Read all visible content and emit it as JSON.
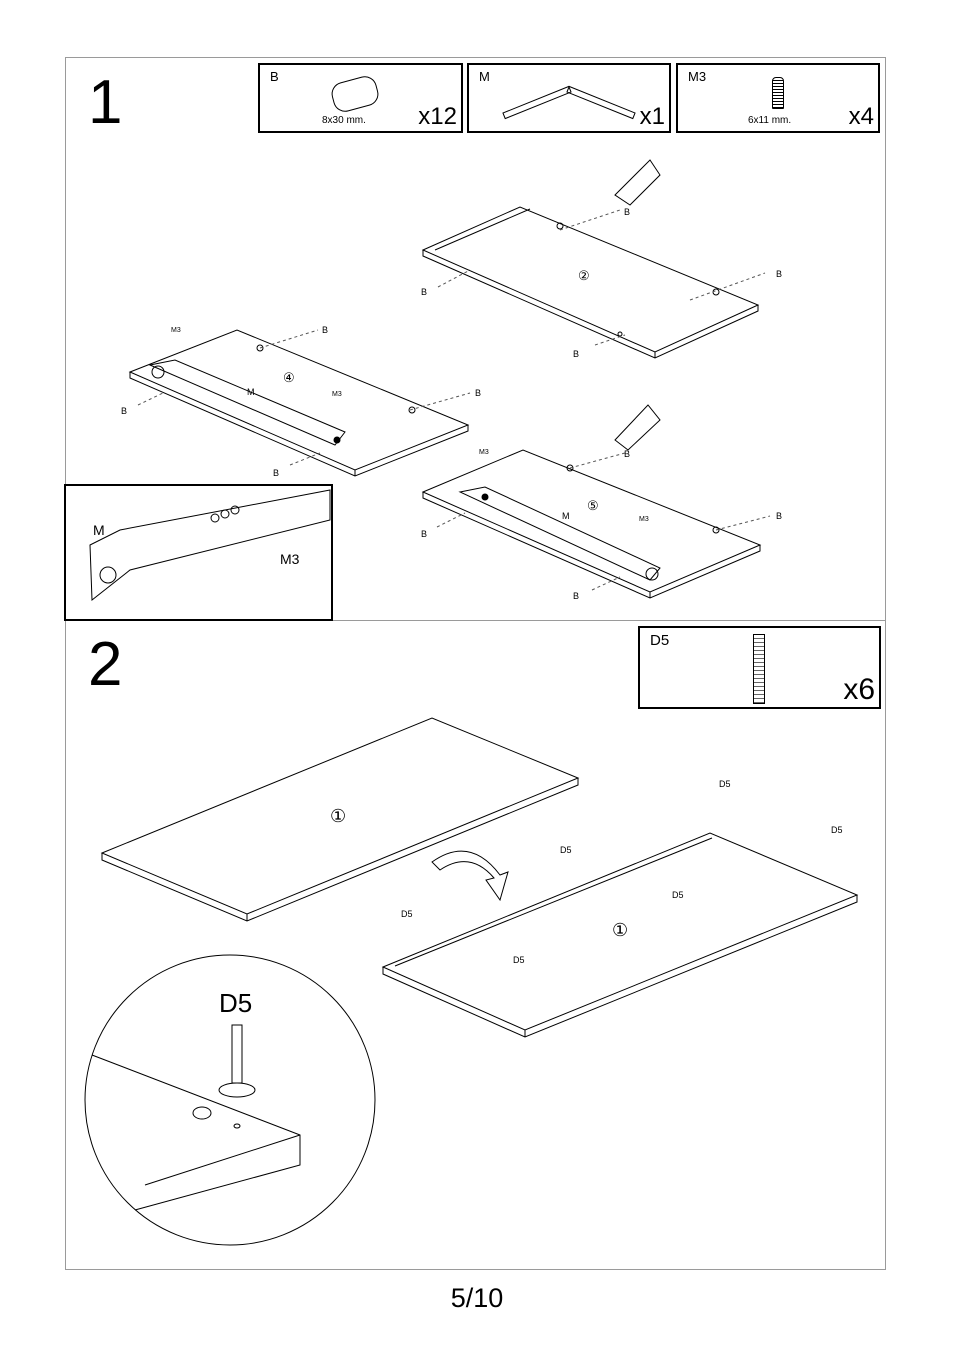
{
  "steps": [
    {
      "number": "1"
    },
    {
      "number": "2"
    }
  ],
  "parts": [
    {
      "code": "B",
      "size": "8x30 mm.",
      "qty": "x12"
    },
    {
      "code": "M",
      "qty": "x1"
    },
    {
      "code": "M3",
      "size": "6x11 mm.",
      "qty": "x4"
    },
    {
      "code": "D5",
      "qty": "x6"
    }
  ],
  "panels": {
    "p1": "①",
    "p2": "②",
    "p4": "④",
    "p5": "⑤"
  },
  "labels": {
    "B": "B",
    "M": "M",
    "M3": "M3",
    "D5": "D5"
  },
  "page_number": "5/10"
}
